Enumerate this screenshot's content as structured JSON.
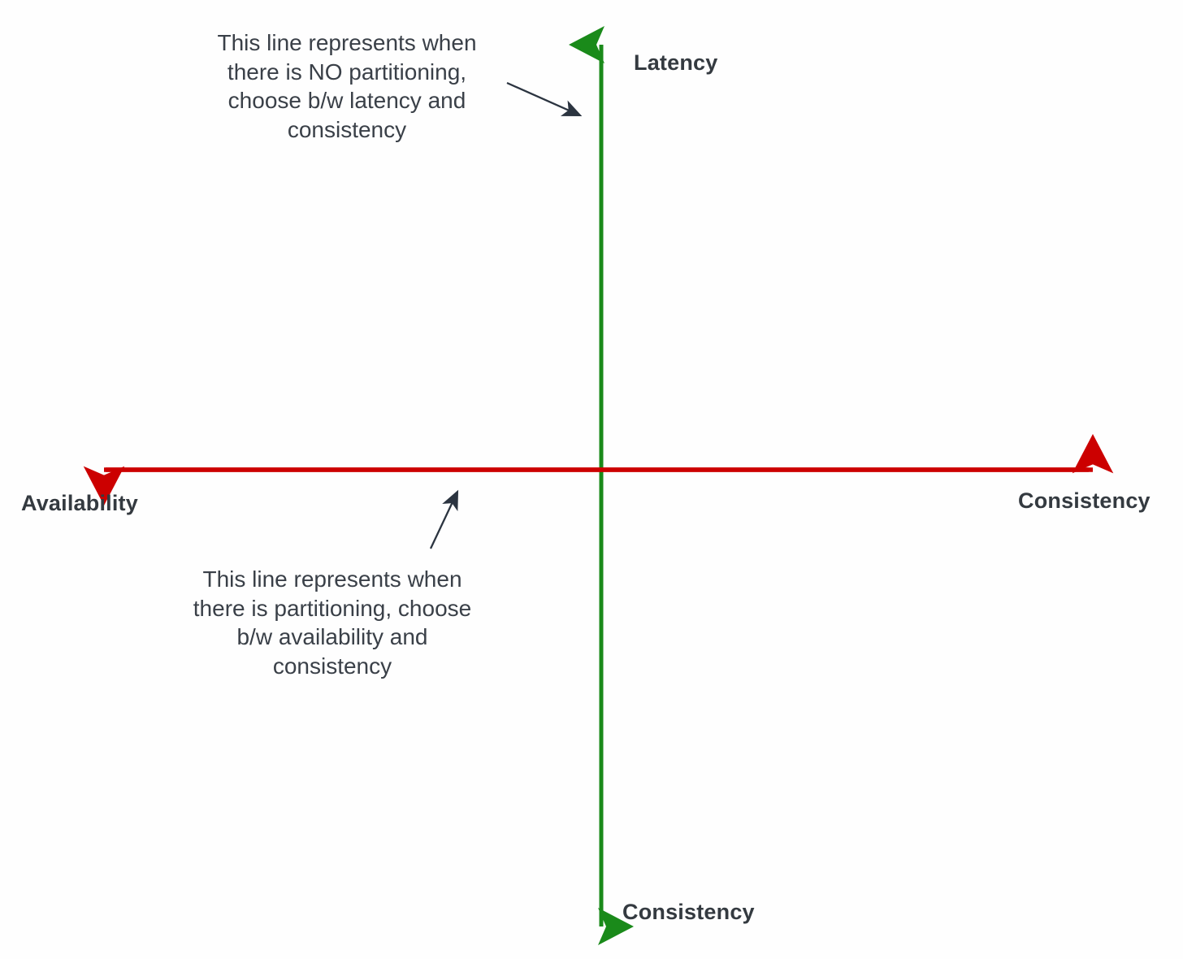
{
  "diagram": {
    "title": "PACELC theorem axes diagram",
    "background_color": "#fefefe",
    "axes": [
      {
        "id": "vertical",
        "name": "latency-consistency-axis",
        "color": "#1a8a1a",
        "orientation": "vertical",
        "positive_label": "Latency",
        "negative_label": "Consistency",
        "arrowheads": "both"
      },
      {
        "id": "horizontal",
        "name": "availability-consistency-axis",
        "color": "#cc0000",
        "orientation": "horizontal",
        "negative_label": "Availability",
        "positive_label": "Consistency",
        "arrowheads": "both"
      }
    ],
    "labels": {
      "latency": "Latency",
      "consistency_bottom": "Consistency",
      "availability": "Availability",
      "consistency_right": "Consistency"
    },
    "annotations": [
      {
        "id": "note-top",
        "text": "This line represents when there is NO partitioning, choose b/w latency and consistency",
        "points_to": "vertical-axis",
        "arrow_color": "#2b3440"
      },
      {
        "id": "note-bottom",
        "text": "This line represents when there is partitioning, choose b/w availability and consistency",
        "points_to": "horizontal-axis",
        "arrow_color": "#2b3440"
      }
    ],
    "colors": {
      "green_axis": "#1a8a1a",
      "red_axis": "#cc0000",
      "text": "#3a4048",
      "label_text": "#343a40",
      "annotation_arrow": "#2b3440"
    }
  }
}
